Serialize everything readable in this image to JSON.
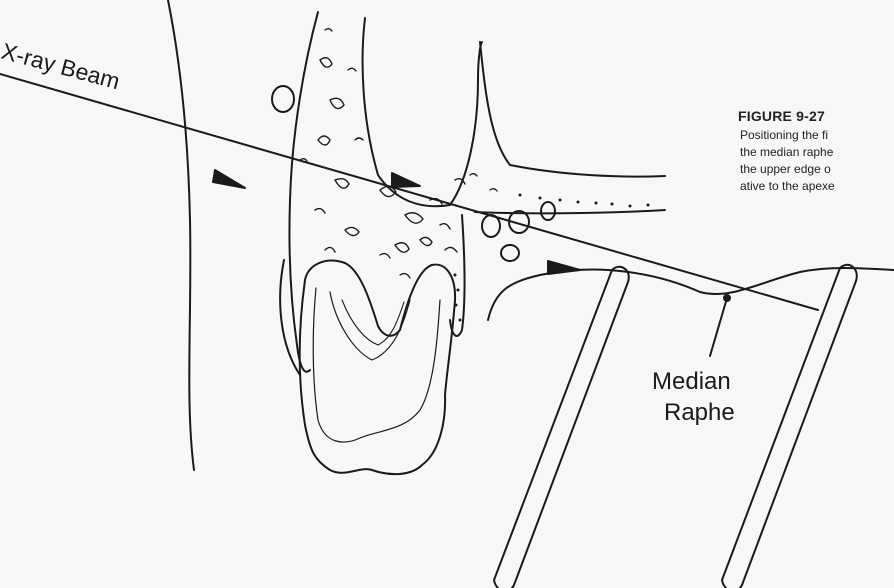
{
  "labels": {
    "xray_beam": "X-ray Beam",
    "median_raphe_line1": "Median",
    "median_raphe_line2": "Raphe"
  },
  "caption": {
    "figure_number": "FIGURE 9-27",
    "lines": [
      "Positioning the fi",
      "the median raphe",
      "the upper edge o",
      "ative to the apexe"
    ]
  },
  "colors": {
    "ink": "#1a1a1a",
    "paper": "#f7f7f5"
  }
}
